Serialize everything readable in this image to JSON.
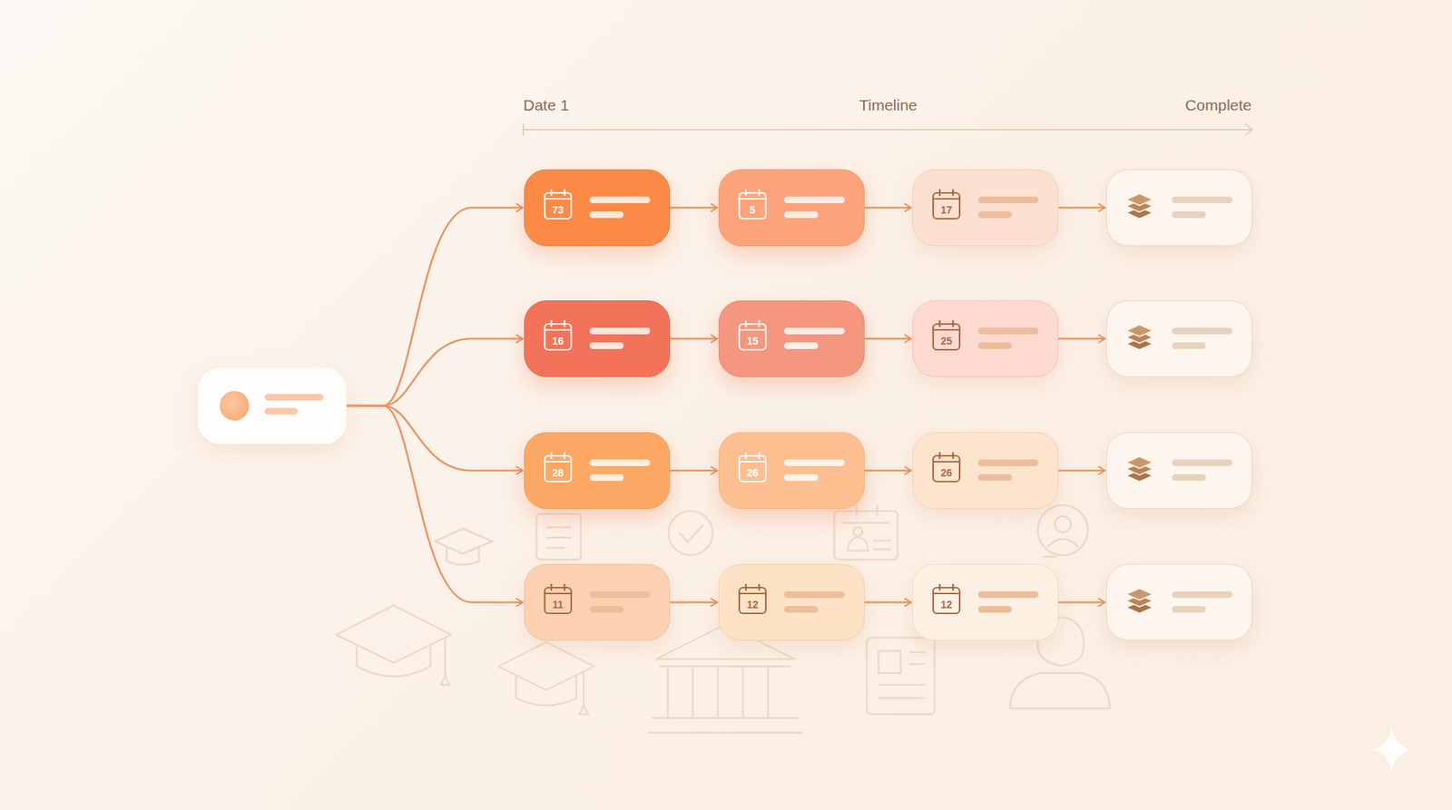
{
  "diagram": {
    "nodes": [
      {
        "text": []
      },
      {
        "text": [
          "73"
        ]
      },
      {
        "text": [
          "5"
        ]
      },
      {
        "text": [
          "17"
        ]
      },
      {
        "text": []
      },
      {
        "text": [
          "16"
        ]
      },
      {
        "text": [
          "15"
        ]
      },
      {
        "text": [
          "25"
        ]
      },
      {
        "text": []
      },
      {
        "text": [
          "28"
        ]
      },
      {
        "text": [
          "26"
        ]
      },
      {
        "text": [
          "26"
        ]
      },
      {
        "text": []
      },
      {
        "text": [
          "11"
        ]
      },
      {
        "text": [
          "12"
        ]
      },
      {
        "text": [
          "12"
        ]
      },
      {
        "text": []
      }
    ],
    "edges": [
      {
        "from": 0,
        "to": 1,
        "arrow": "to"
      },
      {
        "from": 0,
        "to": 5,
        "arrow": "to"
      },
      {
        "from": 0,
        "to": 9,
        "arrow": "to"
      },
      {
        "from": 0,
        "to": 13,
        "arrow": "to"
      },
      {
        "from": 1,
        "to": 2,
        "arrow": "to"
      },
      {
        "from": 2,
        "to": 3,
        "arrow": "to"
      },
      {
        "from": 3,
        "to": 4,
        "arrow": "to"
      },
      {
        "from": 5,
        "to": 6,
        "arrow": "to"
      },
      {
        "from": 6,
        "to": 7,
        "arrow": "to"
      },
      {
        "from": 7,
        "to": 8,
        "arrow": "to"
      },
      {
        "from": 9,
        "to": 10,
        "arrow": "to"
      },
      {
        "from": 10,
        "to": 11,
        "arrow": "to"
      },
      {
        "from": 11,
        "to": 12,
        "arrow": "to"
      },
      {
        "from": 13,
        "to": 14,
        "arrow": "to"
      },
      {
        "from": 14,
        "to": 15,
        "arrow": "to"
      },
      {
        "from": 15,
        "to": 16,
        "arrow": "to"
      }
    ],
    "labels": [
      "Date 1",
      "Timeline",
      "Complete"
    ]
  }
}
